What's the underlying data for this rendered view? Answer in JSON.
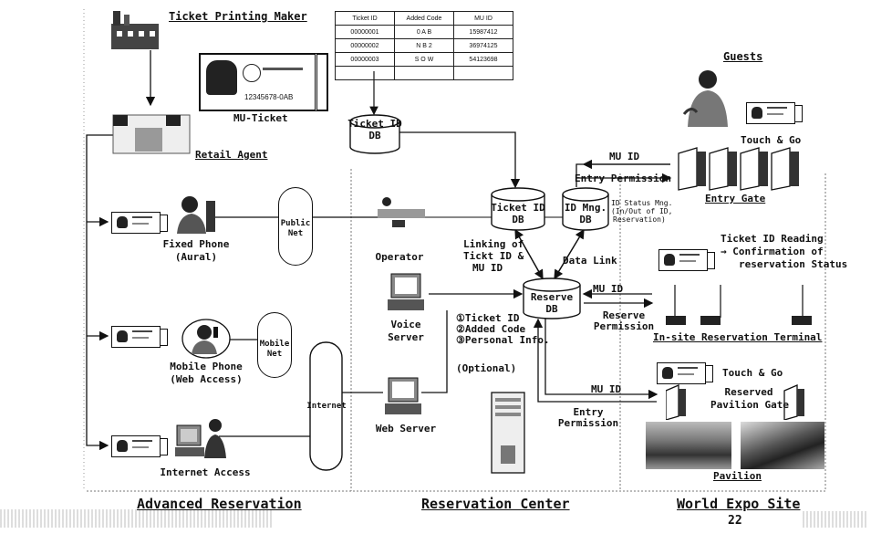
{
  "header": {
    "ticket_maker": "Ticket Printing Maker",
    "guests": "Guests"
  },
  "ticket": {
    "number": "12345678-0AB",
    "label": "MU-Ticket"
  },
  "id_table": {
    "headers": [
      "Ticket ID",
      "Added Code",
      "MU ID"
    ],
    "rows": [
      [
        "00000001",
        "0 A B",
        "15987412"
      ],
      [
        "00000002",
        "N B 2",
        "36974125"
      ],
      [
        "00000003",
        "S O W",
        "54123698"
      ]
    ]
  },
  "labels": {
    "retail_agent": "Retail Agent",
    "ticket_id_db_top": "Ticket ID",
    "ticket_id_db_bottom": "DB",
    "fixed_phone_line1": "Fixed Phone",
    "fixed_phone_line2": "(Aural)",
    "public_net_line1": "Public",
    "public_net_line2": "Net",
    "mobile_phone_line1": "Mobile Phone",
    "mobile_phone_line2": "(Web Access)",
    "mobile_net_line1": "Mobile",
    "mobile_net_line2": "Net",
    "internet": "Internet",
    "internet_access": "Internet Access",
    "operator": "Operator",
    "voice_server_line1": "Voice",
    "voice_server_line2": "Server",
    "web_server": "Web Server",
    "ticket_id_db2_top": "Ticket ID",
    "ticket_id_db2_bottom": "DB",
    "id_mng_db_top": "ID Mng.",
    "id_mng_db_bottom": "DB",
    "id_status_line1": "ID Status Mng.",
    "id_status_line2": "(In/Out of ID,",
    "id_status_line3": "Reservation)",
    "linking_line1": "Linking of",
    "linking_line2": "Tickt ID &",
    "linking_line3": "MU ID",
    "data_link": "Data Link",
    "reserve_db_top": "Reserve",
    "reserve_db_bottom": "DB",
    "info_1": "①Ticket ID",
    "info_2": "②Added Code",
    "info_3": "③Personal Info.",
    "optional": "(Optional)",
    "mu_id_top": "MU ID",
    "entry_permission_top": "Entry Permission",
    "entry_gate": "Entry Gate",
    "touch_go_top": "Touch & Go",
    "ticket_reading_line1": "Ticket ID Reading",
    "ticket_reading_line2": "→ Confirmation of",
    "ticket_reading_line3": "reservation Status",
    "mu_id_mid": "MU ID",
    "reserve_perm_line1": "Reserve",
    "reserve_perm_line2": "Permission",
    "insite_terminal": "In-site Reservation Terminal",
    "touch_go_bottom": "Touch & Go",
    "mu_id_bottom": "MU ID",
    "entry_perm_bottom_line1": "Entry",
    "entry_perm_bottom_line2": "Permission",
    "pavilion_gate_line1": "Reserved",
    "pavilion_gate_line2": "Pavilion Gate",
    "pavilion": "Pavilion"
  },
  "sections": {
    "advanced": "Advanced Reservation",
    "center": "Reservation Center",
    "expo": "World Expo Site"
  },
  "page_number": "22"
}
